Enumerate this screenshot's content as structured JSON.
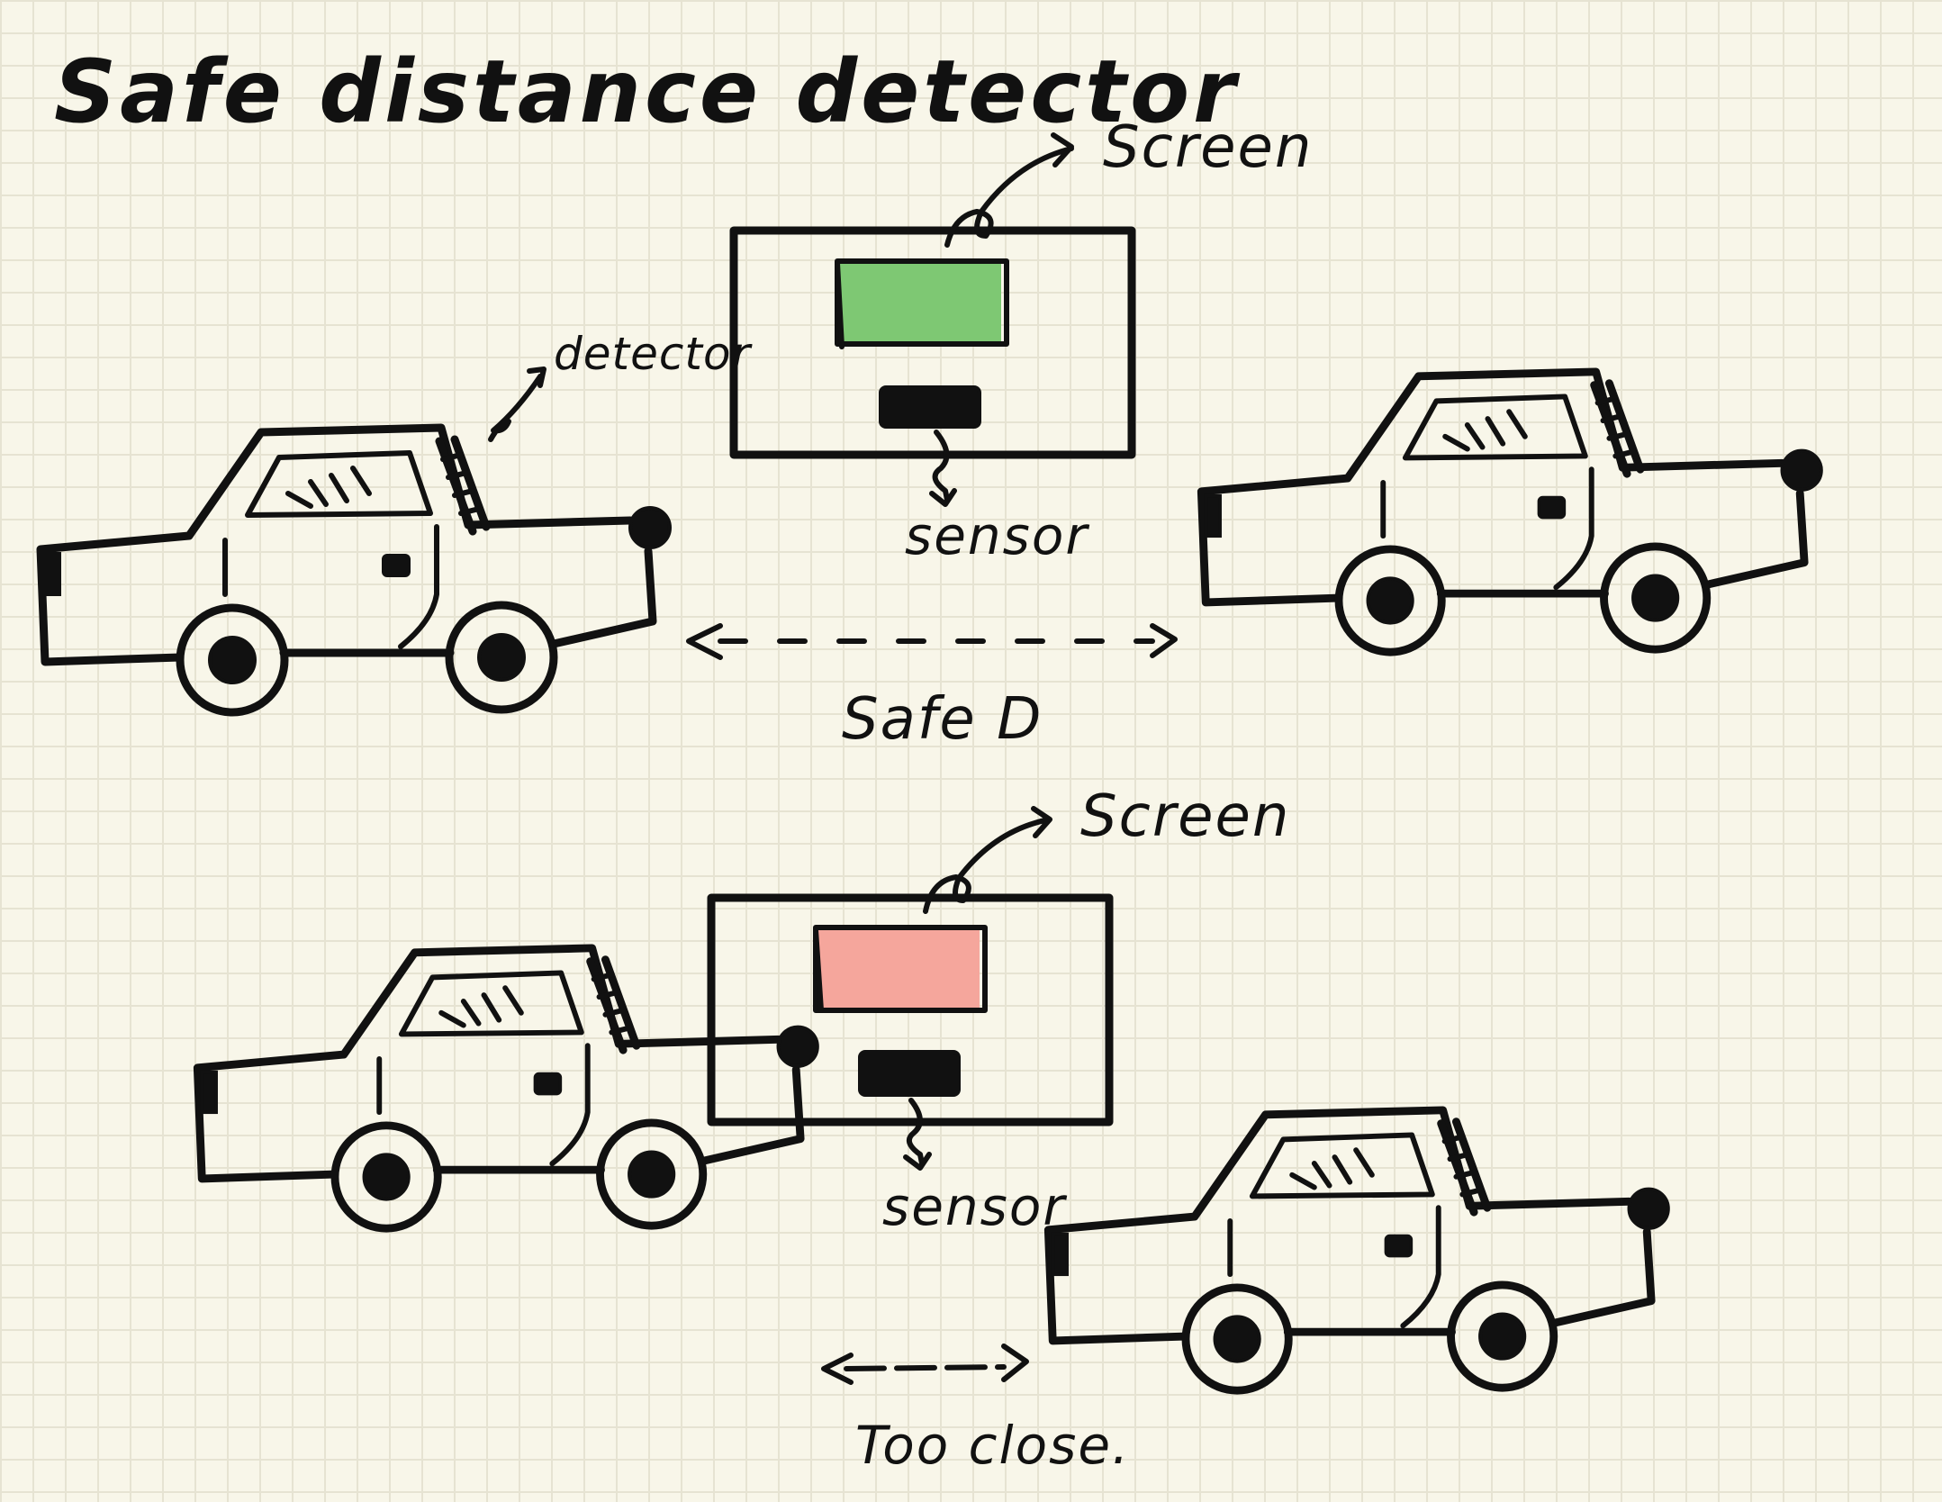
{
  "title": "Safe distance detector",
  "labels": {
    "detector": "detector",
    "screen_top": "Screen",
    "sensor_top": "sensor",
    "distance_top": "Safe D",
    "screen_bottom": "Screen",
    "sensor_bottom": "sensor",
    "distance_bottom": "Too close."
  },
  "colors": {
    "paper": "#f8f6e9",
    "grid": "#e6e3d2",
    "ink": "#111111",
    "safe_screen": "#7ec873",
    "close_screen": "#f5a69c"
  },
  "icons": {
    "car": "car-icon",
    "arrow": "arrow-icon"
  }
}
